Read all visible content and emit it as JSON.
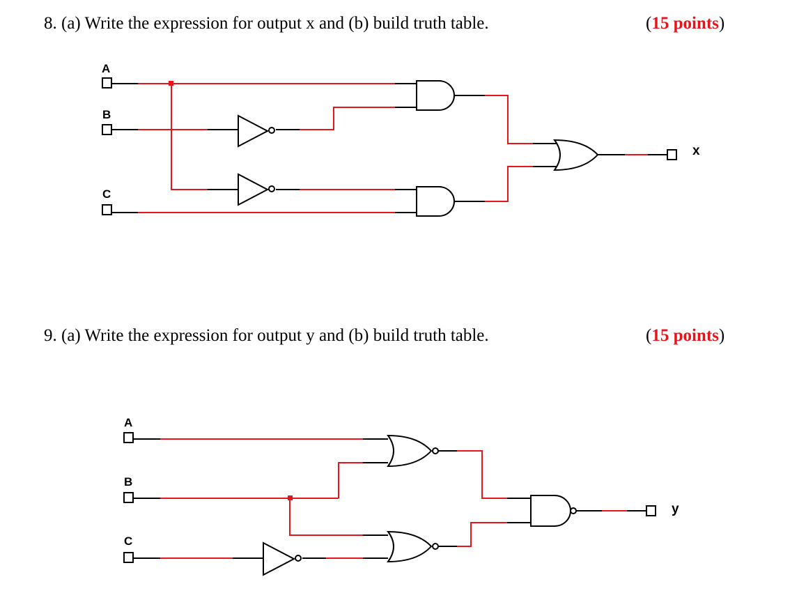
{
  "questions": [
    {
      "number": "8.",
      "text": "(a) Write the expression for output x and (b) build truth table.",
      "points_open": "(",
      "points_value": "15 points",
      "points_close": ")",
      "inputs": [
        "A",
        "B",
        "C"
      ],
      "output": "x"
    },
    {
      "number": "9.",
      "text": "(a) Write the expression for output y and (b) build truth table.",
      "points_open": "(",
      "points_value": "15 points",
      "points_close": ")",
      "inputs": [
        "A",
        "B",
        "C"
      ],
      "output": "y"
    }
  ],
  "colors": {
    "wire": "#e8141b",
    "gate_outline": "#000000",
    "points": "#e8141b"
  }
}
